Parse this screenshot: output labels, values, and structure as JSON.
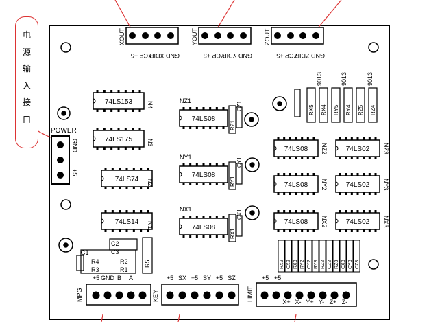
{
  "callout": {
    "chars": [
      "电",
      "源",
      "输",
      "入",
      "接",
      "口"
    ]
  },
  "power": {
    "title": "POWER",
    "gnd": "GND",
    "plus5": "+5"
  },
  "x_header": {
    "top": "XOUT",
    "label1": "XCP +5",
    "label2": "GND XDIR"
  },
  "y_header": {
    "top": "YOUT",
    "label1": "YCP +5",
    "label2": "GND YDIR"
  },
  "z_header": {
    "top": "ZOUT",
    "label1": "ZCP +5",
    "label2": "GND ZDIR"
  },
  "left_chips": [
    {
      "name": "74LS153",
      "ref": "N4"
    },
    {
      "name": "74LS175",
      "ref": "N3"
    },
    {
      "name": "74LS74",
      "ref": "N2"
    },
    {
      "name": "74LS14",
      "ref": "N1"
    }
  ],
  "mid_chips": [
    {
      "name": "74LS08",
      "ref": "NZ1",
      "res": "RZ1",
      "cap": "CZ1"
    },
    {
      "name": "74LS08",
      "ref": "NY1",
      "res": "RY1",
      "cap": "CY1"
    },
    {
      "name": "74LS08",
      "ref": "NX1",
      "res": "RX1",
      "cap": "CX1"
    }
  ],
  "right_chips": [
    {
      "name": "74LS08",
      "ref": "NZ2"
    },
    {
      "name": "74LS02",
      "ref": "NZ3"
    },
    {
      "name": "74LS08",
      "ref": "NY2"
    },
    {
      "name": "74LS02",
      "ref": "NY3"
    },
    {
      "name": "74LS08",
      "ref": "NX2"
    },
    {
      "name": "74LS02",
      "ref": "NX3"
    }
  ],
  "transistor_label": "9013",
  "top_resistors": [
    "RX5",
    "RX4",
    "RY5",
    "RY4",
    "RZ5",
    "RZ4"
  ],
  "bottom_resistors": [
    "RX2",
    "CX2",
    "RX3",
    "RY2",
    "CY2",
    "RY3",
    "RZ2",
    "CZ2",
    "RZ3",
    "CX3",
    "CY3",
    "CZ3"
  ],
  "small_parts": {
    "c1": "C1",
    "c2": "C2",
    "c3": "C3",
    "r1": "R1",
    "r2": "R2",
    "r3": "R3",
    "r4": "R4",
    "r5": "R5"
  },
  "mpg": {
    "name": "MPG",
    "pins": [
      "+5",
      "GND",
      "B",
      "A"
    ]
  },
  "key": {
    "name": "KEY",
    "pins": [
      "+5",
      "SX",
      "+5",
      "SY",
      "+5",
      "SZ"
    ]
  },
  "limit": {
    "name": "LIMIT",
    "pins_top": [
      "+5",
      "+5"
    ],
    "pins": [
      "X+",
      "X-",
      "Y+",
      "Y-",
      "Z+",
      "Z-"
    ]
  },
  "colors": {
    "board_line": "#000000",
    "callout": "#dd3333"
  }
}
